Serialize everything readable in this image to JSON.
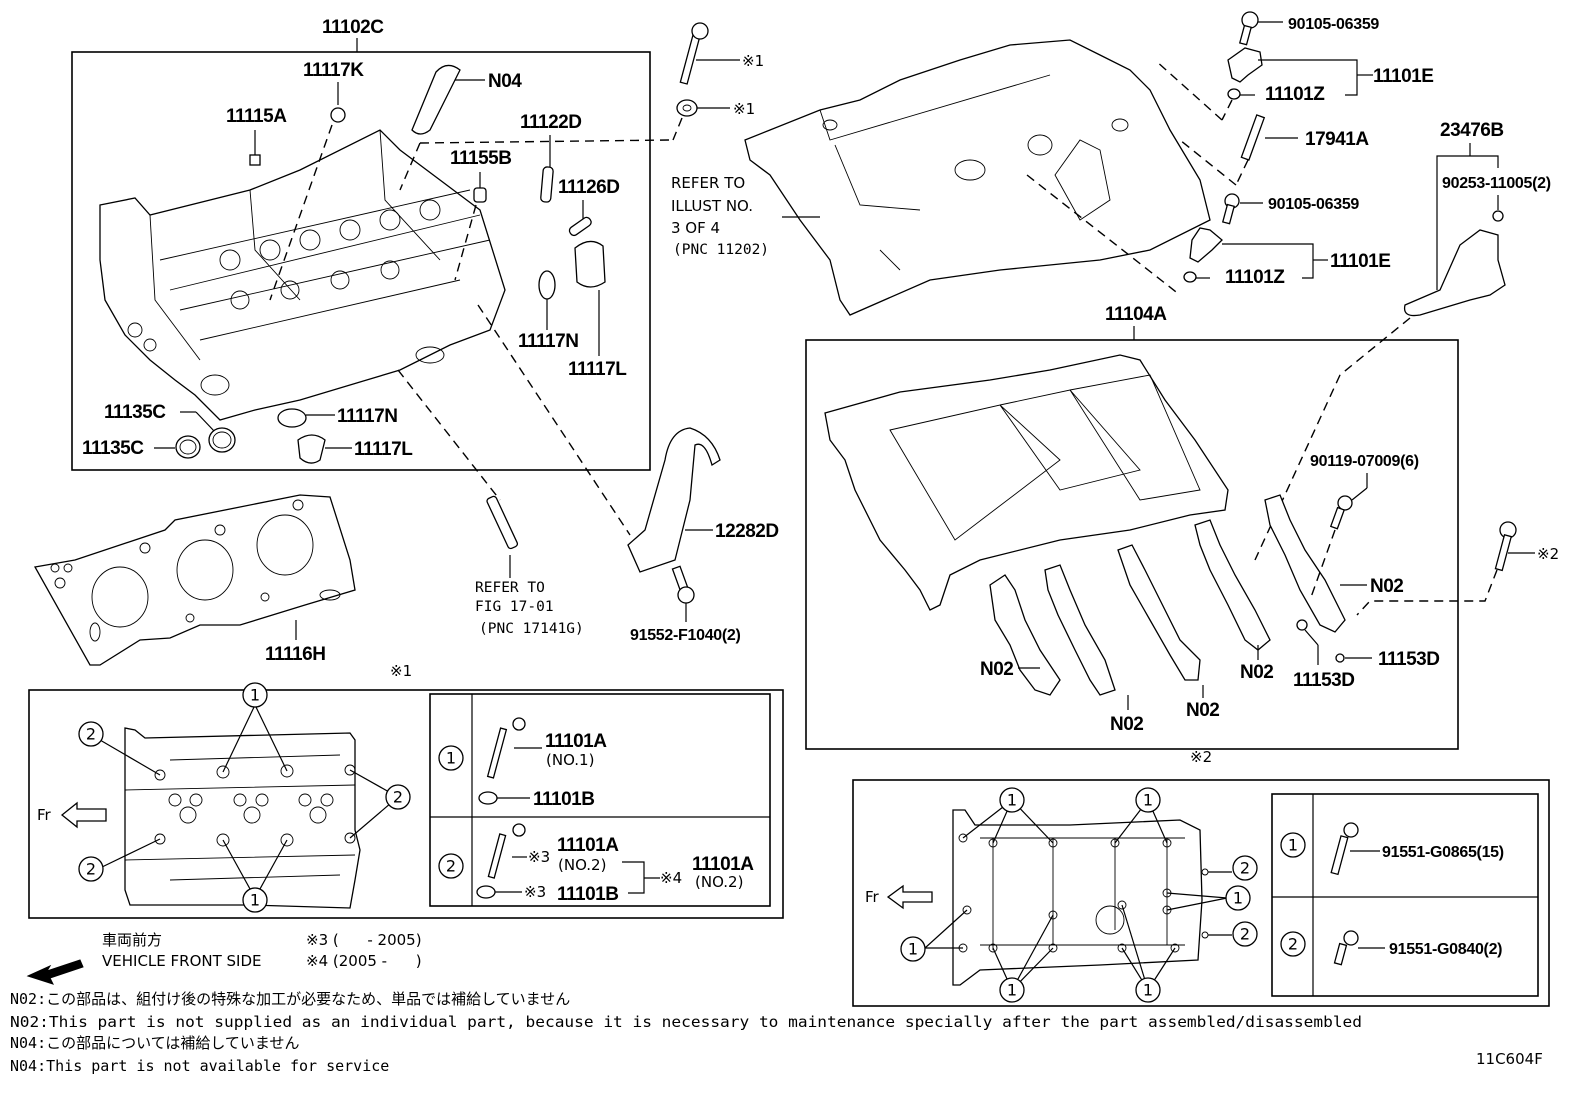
{
  "diagram_id": "11C604F",
  "labels": {
    "head_assembly": "11102C",
    "plug_11117K": "11117K",
    "n04": "N04",
    "plug_11115A": "11115A",
    "pin_11122D": "11122D",
    "plug_11155B": "11155B",
    "pin_11126D": "11126D",
    "gasket_11117N_a": "11117N",
    "plug_11117L_a": "11117L",
    "ring_11135C_a": "11135C",
    "ring_11135C_b": "11135C",
    "gasket_11117N_b": "11117N",
    "plug_11117L_b": "11117L",
    "head_gasket": "11116H",
    "bolt_mark_1": "※1",
    "washer_mark_1": "※1",
    "refer_head_cover": [
      "REFER TO",
      "ILLUST NO.",
      "3 OF 4",
      "(PNC 11202)"
    ],
    "refer_stud": [
      "REFER TO",
      "FIG 17-01",
      "(PNC 17141G)"
    ],
    "bracket_12282D": "12282D",
    "bolt_91552": "91552-F1040(2)",
    "bolt_90105_a": "90105-06359",
    "sensor_group_a": "11101E",
    "oring_11101Z_a": "11101Z",
    "stud_17941A": "17941A",
    "bolt_90105_b": "90105-06359",
    "sensor_group_b": "11101E",
    "oring_11101Z_b": "11101Z",
    "bracket_23476B": "23476B",
    "nut_90253": "90253-11005(2)",
    "block_11104A": "11104A",
    "bolt_90119": "90119-07009(6)",
    "bolt_mark_2": "※2",
    "cap_n02_1": "N02",
    "cap_n02_2": "N02",
    "cap_n02_3": "N02",
    "cap_n02_4": "N02",
    "cap_n02_5": "N02",
    "pin_11153D_a": "11153D",
    "pin_11153D_b": "11153D"
  },
  "detail1": {
    "mark": "※1",
    "front_label": "Fr",
    "callout_1": "1",
    "callout_2": "2",
    "table": {
      "row1": {
        "num": "1",
        "bolt": "11101A",
        "bolt_sub": "(NO.1)",
        "washer": "11101B"
      },
      "row2": {
        "num": "2",
        "mark3_bolt": "※3",
        "bolt": "11101A",
        "bolt_sub": "(NO.2)",
        "mark3_washer": "※3",
        "washer": "11101B",
        "mark4": "※4",
        "alt": "11101A",
        "alt_sub": "(NO.2)"
      }
    }
  },
  "detail2": {
    "mark": "※2",
    "front_label": "Fr",
    "callout_1": "1",
    "callout_2": "2",
    "table": {
      "row1": {
        "num": "1",
        "part": "91551-G0865(15)"
      },
      "row2": {
        "num": "2",
        "part": "91551-G0840(2)"
      }
    }
  },
  "legend": {
    "front_jp": "車両前方",
    "front_en": "VEHICLE FRONT SIDE",
    "note3": "※3 (      - 2005)",
    "note4": "※4 (2005 -      )"
  },
  "footnotes": [
    "N02:この部品は、組付け後の特殊な加工が必要なため、単品では補給していません",
    "N02:This part is not supplied as an individual part, because it is necessary to maintenance specially after the part assembled/disassembled",
    "N04:この部品については補給していません",
    "N04:This part is not available for service"
  ]
}
